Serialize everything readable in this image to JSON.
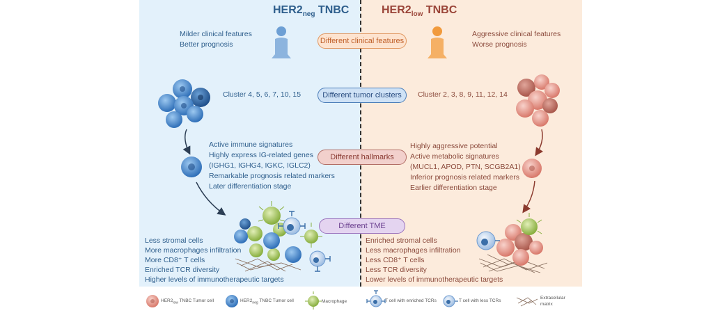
{
  "titles": {
    "left": {
      "main": "HER2",
      "sub": "neg",
      "tail": " TNBC"
    },
    "right": {
      "main": "HER2",
      "sub": "low",
      "tail": " TNBC"
    }
  },
  "categories": [
    "Different clinical features",
    "Different tumor clusters",
    "Different hallmarks",
    "Different TME"
  ],
  "left": {
    "clinical": [
      "Milder clinical features",
      "Better prognosis"
    ],
    "clusters": "Cluster 4, 5, 6, 7, 10, 15",
    "hallmarks": [
      "Active immune signatures",
      "Highly express IG-related genes",
      "(IGHG1, IGHG4, IGKC, IGLC2)",
      "Remarkable prognosis related markers",
      "Later differentiation stage"
    ],
    "tme": [
      "Less stromal cells",
      "More macrophages infiltration",
      "More CD8⁺ T cells",
      "Enriched TCR diversity",
      "Higher levels of immunotherapeutic targets"
    ]
  },
  "right": {
    "clinical": [
      "Aggressive clinical features",
      "Worse prognosis"
    ],
    "clusters": "Cluster 2, 3, 8, 9, 11, 12, 14",
    "hallmarks": [
      "Highly aggressive potential",
      "Active metabolic signatures",
      "(MUCL1, APOD, PTN, SCGB2A1)",
      "Inferior prognosis related markers",
      "Earlier differentiation stage"
    ],
    "tme": [
      "Enriched stromal cells",
      "Less macrophages infiltration",
      "Less CD8⁺ T cells",
      "Less TCR diversity",
      "Lower levels of immunotherapeutic targets"
    ]
  },
  "legend": {
    "her2low_tumor": {
      "main": "HER2",
      "sub": "low",
      "tail": " TNBC Tumor cell"
    },
    "her2neg_tumor": {
      "main": "HER2",
      "sub": "neg",
      "tail": " TNBC Tumor cell"
    },
    "macrophage": "Macrophage",
    "tcell_enriched": "T cell with enriched TCRs",
    "tcell_less": "T cell with less TCRs",
    "ecm_line1": "Extracellular",
    "ecm_line2": "matrix"
  },
  "colors": {
    "left_bg": "#e3f1fb",
    "right_bg": "#fcebdc",
    "blue_text": "#2e5e8c",
    "brown_text": "#8b4a3c",
    "blue_cell": "#4a8fd4",
    "pink_cell": "#e8a096",
    "macrophage": "#a8c85a"
  },
  "icons": [
    "person-blue-icon",
    "person-orange-icon",
    "tumor-cluster-icon",
    "tumor-cell-icon",
    "macrophage-icon",
    "t-cell-icon",
    "extracellular-matrix-icon",
    "arrow-icon"
  ]
}
